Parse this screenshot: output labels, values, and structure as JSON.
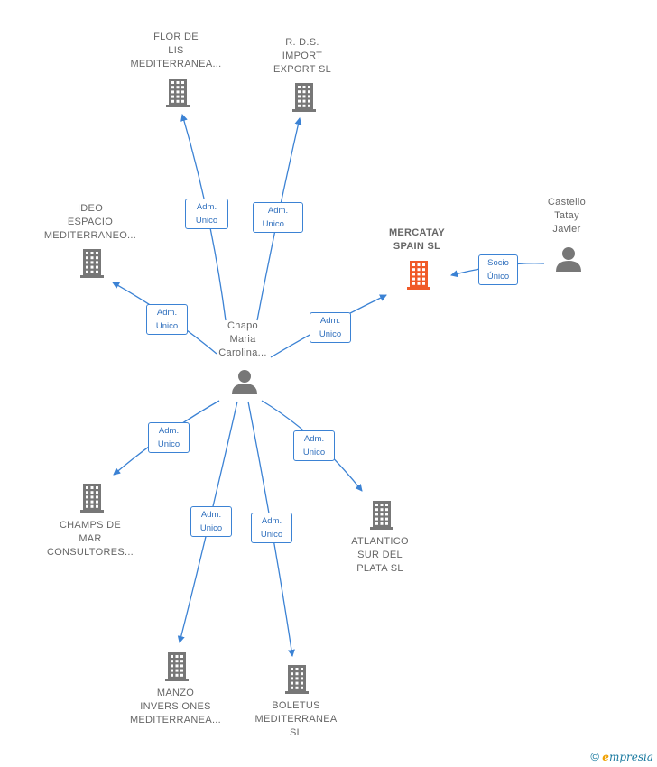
{
  "nodes": {
    "flor": {
      "label": "FLOR DE\nLIS\nMEDITERRANEA...",
      "type": "company"
    },
    "rds": {
      "label": "R. D.S.\nIMPORT\nEXPORT  SL",
      "type": "company"
    },
    "ideo": {
      "label": "IDEO\nESPACIO\nMEDITERRANEO...",
      "type": "company"
    },
    "mercatay": {
      "label": "MERCATAY\nSPAIN  SL",
      "type": "company-focus"
    },
    "castello": {
      "label": "Castello\nTatay\nJavier",
      "type": "person"
    },
    "chapo": {
      "label": "Chapo\nMaria\nCarolina...",
      "type": "person"
    },
    "champs": {
      "label": "CHAMPS DE\nMAR\nCONSULTORES...",
      "type": "company"
    },
    "atlantico": {
      "label": "ATLANTICO\nSUR DEL\nPLATA  SL",
      "type": "company"
    },
    "manzo": {
      "label": "MANZO\nINVERSIONES\nMEDITERRANEA...",
      "type": "company"
    },
    "boletus": {
      "label": "BOLETUS\nMEDITERRANEA\nSL",
      "type": "company"
    }
  },
  "edges": {
    "e_flor": {
      "label": "Adm.\nUnico"
    },
    "e_rds": {
      "label": "Adm.\nUnico...."
    },
    "e_ideo": {
      "label": "Adm.\nUnico"
    },
    "e_mercatay": {
      "label": "Adm.\nUnico"
    },
    "e_castello": {
      "label": "Socio\nÚnico"
    },
    "e_champs": {
      "label": "Adm.\nUnico"
    },
    "e_atlantico": {
      "label": "Adm.\nUnico"
    },
    "e_manzo": {
      "label": "Adm.\nUnico"
    },
    "e_boletus": {
      "label": "Adm.\nUnico"
    }
  },
  "colors": {
    "edge": "#3b82d4",
    "company_icon": "#777777",
    "focus_icon": "#f05a28",
    "person_icon": "#777777"
  },
  "icons": {
    "company": "building-icon",
    "person": "person-icon"
  },
  "brand": {
    "copyright": "©",
    "name_first": "e",
    "name_rest": "mpresia"
  }
}
